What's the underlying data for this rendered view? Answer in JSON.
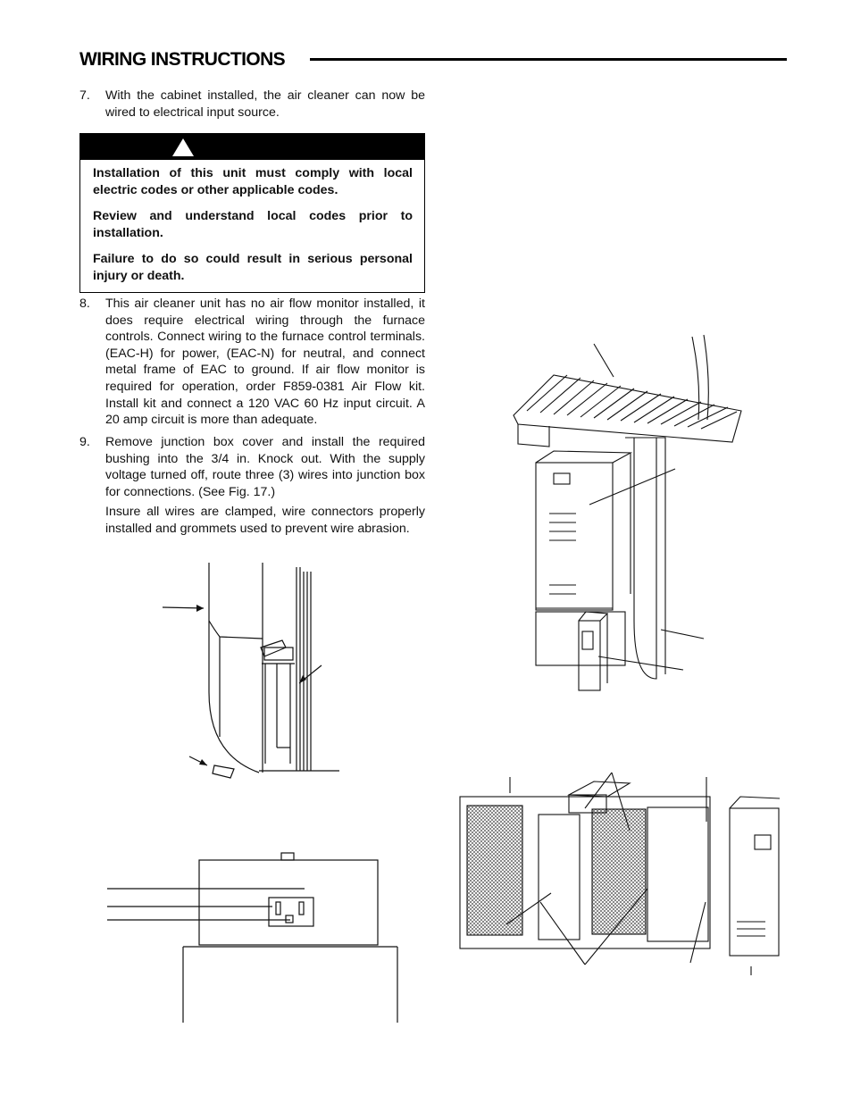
{
  "page": {
    "title": "WIRING INSTRUCTIONS"
  },
  "steps": [
    {
      "number": "7.",
      "paragraphs": [
        "With the cabinet installed, the air cleaner can now be wired to electrical input source."
      ]
    },
    {
      "number": "8.",
      "paragraphs": [
        "This air cleaner unit has no air flow monitor installed, it does require electrical wiring through the furnace controls. Connect wiring to the furnace control terminals. (EAC-H) for power, (EAC-N) for neutral, and connect metal frame of EAC to ground. If air flow monitor is required for operation, order F859-0381 Air Flow kit. Install kit and connect a 120 VAC 60 Hz input circuit. A 20 amp circuit is more than adequate."
      ]
    },
    {
      "number": "9.",
      "paragraphs": [
        "Remove junction box cover and install the required bushing into the 3/4 in. Knock out. With the supply voltage turned off, route three (3) wires into junction box for connections. (See Fig. 17.)",
        "Insure all wires are clamped, wire connectors properly installed and grommets used to prevent wire abrasion."
      ]
    }
  ],
  "warning": {
    "icon": "warning-triangle-icon",
    "paragraphs": [
      "Installation of this unit must comply with local electric codes or other applicable codes.",
      "Review and understand local codes prior to installation.",
      "Failure to do so could result in serious personal injury or death."
    ]
  }
}
